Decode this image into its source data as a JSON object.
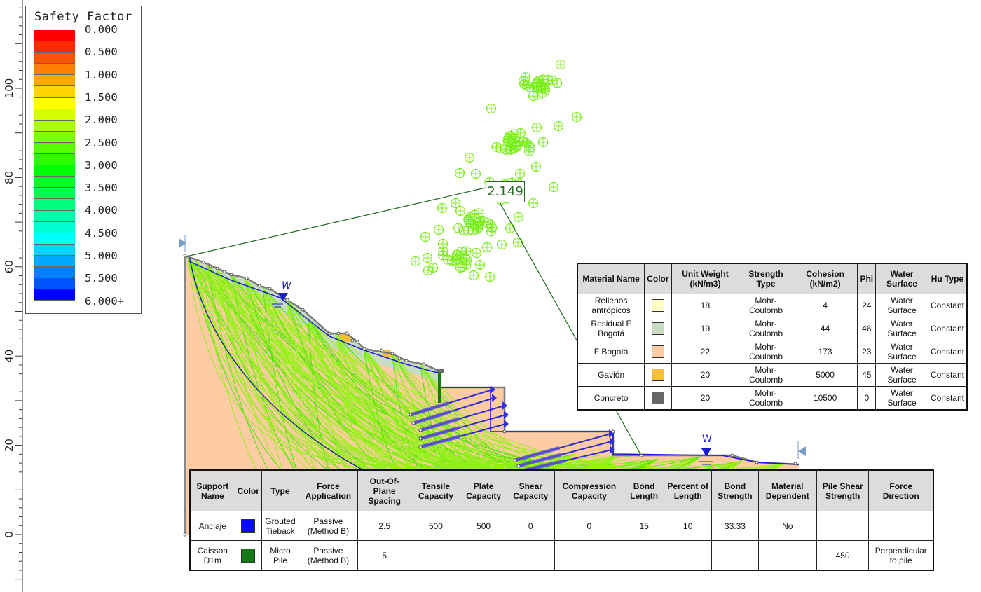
{
  "axis": {
    "tick_labels": [
      "100",
      "80",
      "60",
      "40",
      "20",
      "0"
    ],
    "tick_values": [
      100,
      80,
      60,
      40,
      20,
      0
    ]
  },
  "legend": {
    "title": "Safety Factor",
    "labels": [
      "0.000",
      "0.500",
      "1.000",
      "1.500",
      "2.000",
      "2.500",
      "3.000",
      "3.500",
      "4.000",
      "4.500",
      "5.000",
      "5.500",
      "6.000+"
    ],
    "colors": [
      "#ff0000",
      "#ff2a00",
      "#ff5500",
      "#ff7f00",
      "#ffaa00",
      "#ffd400",
      "#ffff00",
      "#d4ff00",
      "#aaff00",
      "#7fff00",
      "#55ff00",
      "#2aff00",
      "#00ff00",
      "#00ff2a",
      "#00ff55",
      "#00ff7f",
      "#00ffaa",
      "#00ffd4",
      "#00ffff",
      "#00d4ff",
      "#00aaff",
      "#007fff",
      "#0055ff",
      "#0000ff"
    ]
  },
  "critical": {
    "factor": "2.149"
  },
  "water_labels": [
    "W",
    "W"
  ],
  "material_table": {
    "headers": [
      "Material Name",
      "Color",
      "Unit Weight (kN/m3)",
      "Strength Type",
      "Cohesion (kN/m2)",
      "Phi",
      "Water Surface",
      "Hu Type"
    ],
    "rows": [
      {
        "name": "Rellenos antrópicos",
        "color": "#fffcc8",
        "unit_weight": "18",
        "strength_type": "Mohr-Coulomb",
        "cohesion": "4",
        "phi": "24",
        "water_surface": "Water Surface",
        "hu_type": "Constant"
      },
      {
        "name": "Residual F Bogotá",
        "color": "#c8dcc4",
        "unit_weight": "19",
        "strength_type": "Mohr-Coulomb",
        "cohesion": "44",
        "phi": "46",
        "water_surface": "Water Surface",
        "hu_type": "Constant"
      },
      {
        "name": "F Bogotá",
        "color": "#fdcba4",
        "unit_weight": "22",
        "strength_type": "Mohr-Coulomb",
        "cohesion": "173",
        "phi": "23",
        "water_surface": "Water Surface",
        "hu_type": "Constant"
      },
      {
        "name": "Gavión",
        "color": "#f5be3c",
        "unit_weight": "20",
        "strength_type": "Mohr-Coulomb",
        "cohesion": "5000",
        "phi": "45",
        "water_surface": "Water Surface",
        "hu_type": "Constant"
      },
      {
        "name": "Concreto",
        "color": "#666666",
        "unit_weight": "20",
        "strength_type": "Mohr-Coulomb",
        "cohesion": "10500",
        "phi": "0",
        "water_surface": "Water Surface",
        "hu_type": "Constant"
      }
    ]
  },
  "support_table": {
    "headers": [
      "Support Name",
      "Color",
      "Type",
      "Force Application",
      "Out-Of-Plane Spacing",
      "Tensile Capacity",
      "Plate Capacity",
      "Shear Capacity",
      "Compression Capacity",
      "Bond Length",
      "Percent of Length",
      "Bond Strength",
      "Material Dependent",
      "Pile Shear Strength",
      "Force Direction"
    ],
    "rows": [
      {
        "name": "Anclaje",
        "color": "#0a0aff",
        "type": "Grouted Tieback",
        "force_application": "Passive (Method B)",
        "spacing": "2.5",
        "tensile": "500",
        "plate": "500",
        "shear": "0",
        "compression": "0",
        "bond_length": "15",
        "percent_length": "10",
        "bond_strength": "33.33",
        "material_dependent": "No",
        "pile_shear": "",
        "force_direction": ""
      },
      {
        "name": "Caisson D1m",
        "color": "#157a15",
        "type": "Micro Pile",
        "force_application": "Passive (Method B)",
        "spacing": "5",
        "tensile": "",
        "plate": "",
        "shear": "",
        "compression": "",
        "bond_length": "",
        "percent_length": "",
        "bond_strength": "",
        "material_dependent": "",
        "pile_shear": "450",
        "force_direction": "Perpendicular to pile"
      }
    ]
  }
}
